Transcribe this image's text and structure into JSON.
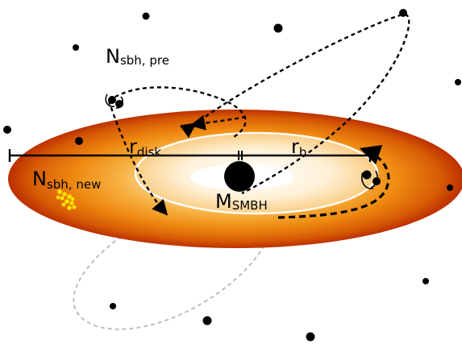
{
  "labels": {
    "n_sbh_pre": {
      "main": "N",
      "sub": "sbh, pre"
    },
    "n_sbh_new": {
      "main": "N",
      "sub": "sbh, new"
    },
    "r_disk": {
      "main": "r",
      "sub": "disk"
    },
    "r_b": {
      "main": "r",
      "sub": "b"
    },
    "m_smbh": {
      "main": "M",
      "sub": "SMBH"
    }
  },
  "colors": {
    "disk_outer": "#c43400",
    "disk_mid": "#f08a10",
    "disk_inner": "#fde2b0",
    "smbh": "#000000",
    "front_orbit": "#000000",
    "back_orbit": "#bdbdbd",
    "new_bh_cluster": "#f3e400"
  }
}
